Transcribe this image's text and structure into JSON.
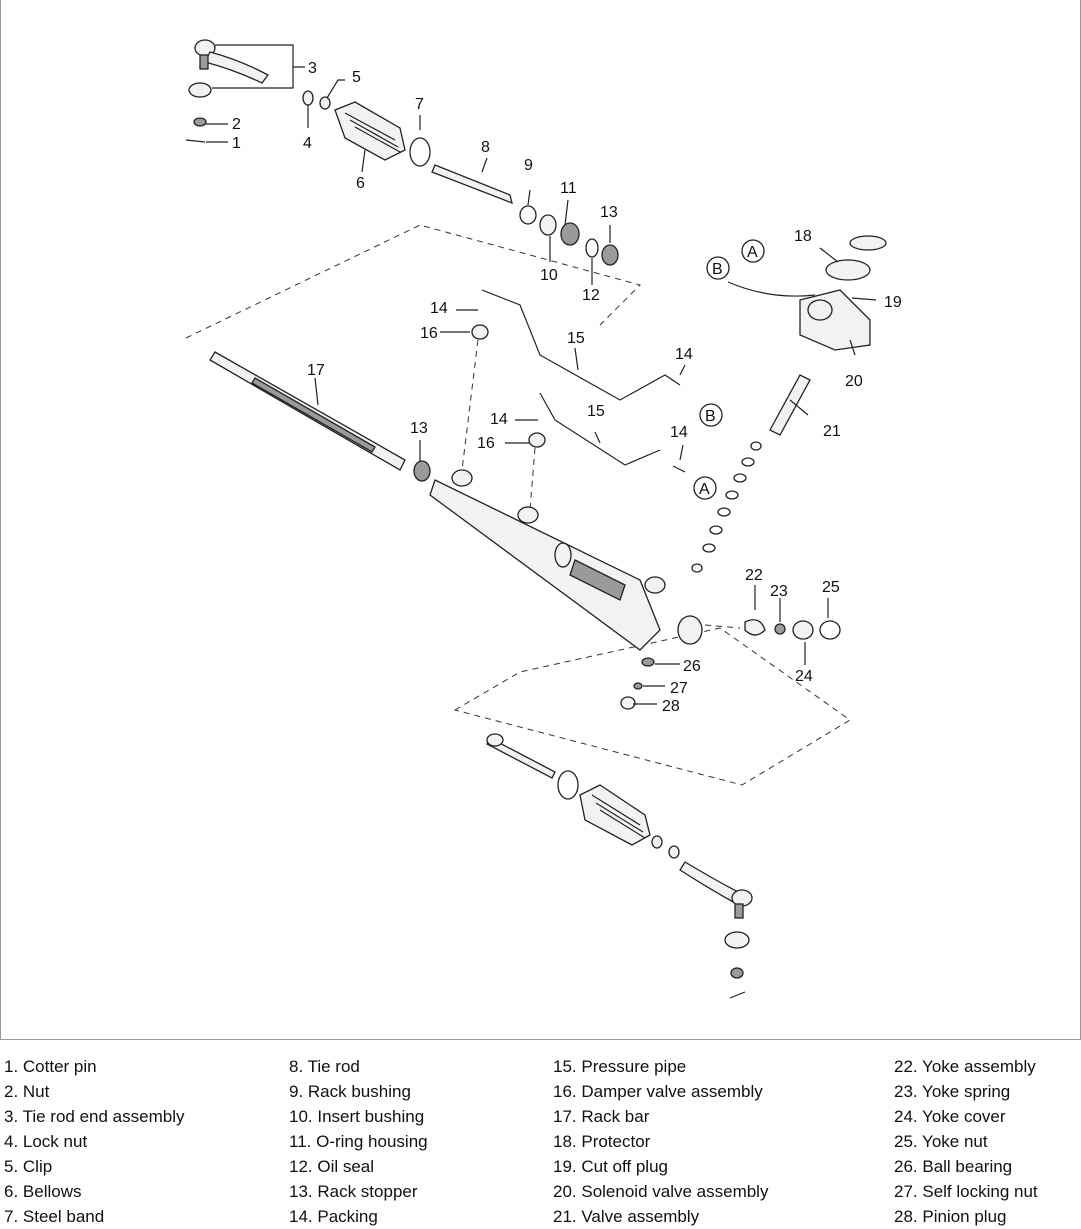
{
  "diagram": {
    "labels": [
      "1",
      "2",
      "3",
      "4",
      "5",
      "6",
      "7",
      "8",
      "9",
      "10",
      "11",
      "12",
      "13",
      "13",
      "14",
      "14",
      "14",
      "14",
      "15",
      "15",
      "16",
      "16",
      "17",
      "18",
      "19",
      "20",
      "21",
      "22",
      "23",
      "24",
      "25",
      "26",
      "27",
      "28"
    ],
    "markers": [
      "A",
      "B",
      "A",
      "B"
    ]
  },
  "legend": {
    "columns": [
      [
        "1.  Cotter pin",
        "2.  Nut",
        "3.  Tie rod end assembly",
        "4.  Lock nut",
        "5.  Clip",
        "6.  Bellows",
        "7.  Steel band"
      ],
      [
        "8.  Tie rod",
        "9.  Rack bushing",
        "10.  Insert bushing",
        "11.  O-ring housing",
        "12.  Oil seal",
        "13.  Rack stopper",
        "14.  Packing"
      ],
      [
        "15.  Pressure pipe",
        "16.  Damper valve assembly",
        "17.  Rack bar",
        "18.  Protector",
        "19.  Cut off plug",
        "20.  Solenoid valve assembly",
        "21.  Valve assembly"
      ],
      [
        "22.  Yoke assembly",
        "23.  Yoke spring",
        "24.  Yoke cover",
        "25.  Yoke nut",
        "26.  Ball bearing",
        "27.  Self locking nut",
        "28.  Pinion plug"
      ]
    ]
  }
}
